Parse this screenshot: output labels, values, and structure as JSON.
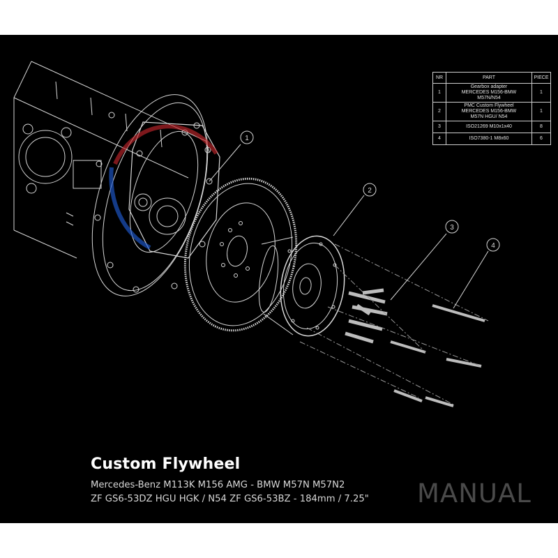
{
  "parts_table": {
    "headers": {
      "nr": "NR",
      "part": "PART",
      "piece": "PIECE"
    },
    "rows": [
      {
        "nr": "1",
        "part_lines": [
          "Gearbox adapter",
          "MERCEDES M156-BMW",
          "M57N/N54"
        ],
        "piece": "1"
      },
      {
        "nr": "2",
        "part_lines": [
          "PMC Custom Flywheel",
          "MERCEDES M156-BMW",
          "M57N HGU/ N54"
        ],
        "piece": "1"
      },
      {
        "nr": "3",
        "part_lines": [
          "ISO21269 M10x1x40"
        ],
        "piece": "8"
      },
      {
        "nr": "4",
        "part_lines": [
          "ISO7380-1 M8x60"
        ],
        "piece": "6"
      }
    ]
  },
  "callouts": {
    "c1": "1",
    "c2": "2",
    "c3": "3",
    "c4": "4"
  },
  "product": {
    "title": "Custom Flywheel",
    "subtitle_line_1": "Mercedes-Benz M113K M156 AMG - BMW M57N M57N2",
    "subtitle_line_2": "ZF GS6-53DZ HGU HGK / N54 ZF GS6-53BZ - 184mm / 7.25\"",
    "badge": "MANUAL"
  },
  "colors": {
    "background": "#000000",
    "page_border": "#ffffff",
    "line_art": "#d9d9d9",
    "logo_red": "#c0262b",
    "logo_blue": "#1f5bd1",
    "badge_text": "#4a4a4a"
  }
}
